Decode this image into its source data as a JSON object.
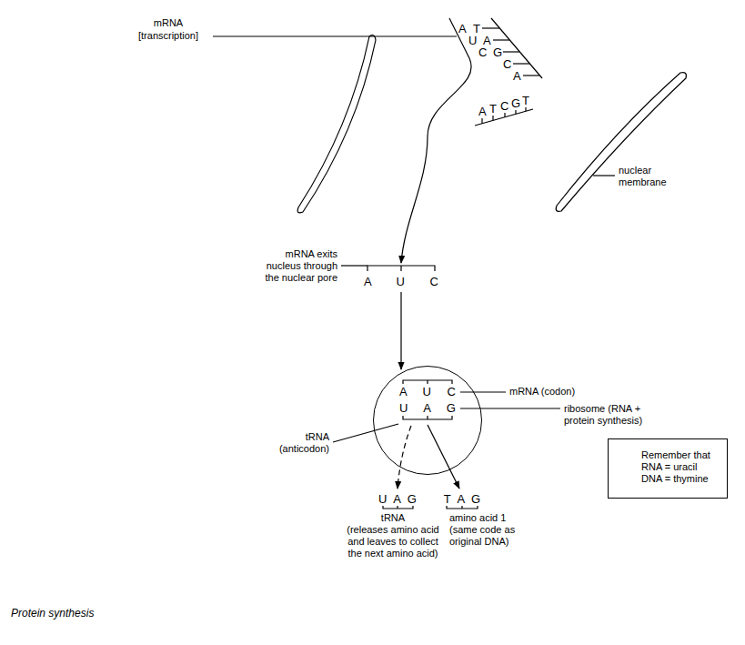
{
  "diagram": {
    "caption": "Protein synthesis",
    "nodes": [
      {
        "text": [
          "A U C",
          "U A G"
        ]
      },
      {
        "text": [
          "Remember that",
          "RNA = uracil",
          "DNA = thymine"
        ]
      }
    ],
    "labels": [
      "mRNA",
      "[transcription]",
      "T",
      "A",
      "G",
      "C",
      "A",
      "A",
      "U",
      "C",
      "A",
      "T",
      "C",
      "G",
      "T",
      "nuclear membrane",
      "mRNA exits nucleus through the nuclear pore",
      "A U C",
      "mRNA (codon)",
      "ribosome (RNA + protein synthesis)",
      "tRNA",
      "(anticodon)",
      "U A G",
      "T A G",
      "tRNA",
      "(releases amino acid and leaves to collect the next amino acid)",
      "amino acid 1",
      "(same code as original DNA)"
    ]
  }
}
